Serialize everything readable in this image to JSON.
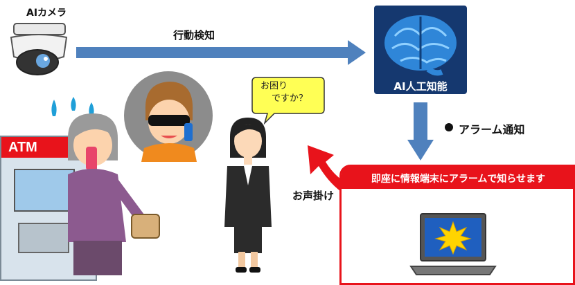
{
  "labels": {
    "camera": "AIカメラ",
    "detection": "行動検知",
    "ai": "AI人工知能",
    "alarm": "アラーム通知",
    "callout": "お声掛け",
    "bubble_line1": "お困り",
    "bubble_line2": "ですか？",
    "banner": "即座に情報端末にアラームで知らせます",
    "atm": "ATM"
  },
  "icons": {
    "camera": "security-camera-icon",
    "brain": "brain-icon",
    "bullet": "bullet-dot-icon",
    "laptop": "laptop-alert-icon"
  },
  "colors": {
    "arrow_blue": "#4f81bd",
    "alert_red": "#e8131b",
    "ai_panel": "#15386f",
    "bubble_yellow": "#ffff55"
  }
}
